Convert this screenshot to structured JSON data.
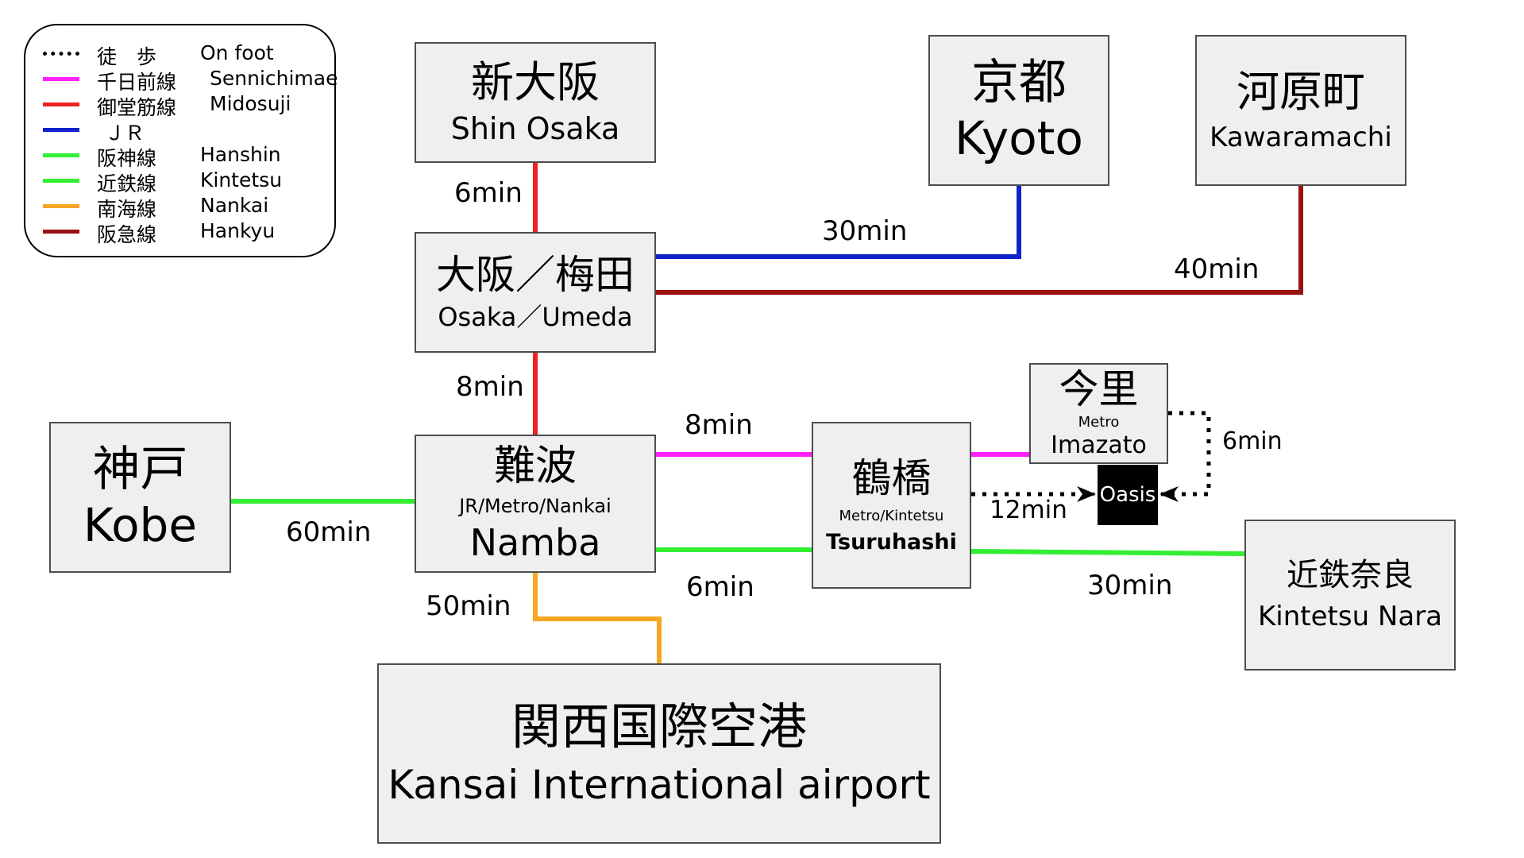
{
  "colors": {
    "walk": "#000000",
    "sennichimae": "#ff22ff",
    "midosuji": "#ee2222",
    "jr": "#1122cc",
    "hanshin": "#33ee33",
    "kintetsu": "#33ee33",
    "nankai": "#f5a623",
    "hankyu": "#991111"
  },
  "legend": [
    {
      "line": "walk",
      "jp": "徒　歩",
      "en": "On foot"
    },
    {
      "line": "sennichimae",
      "jp": "千日前線",
      "en": "Sennichimae"
    },
    {
      "line": "midosuji",
      "jp": "御堂筋線",
      "en": "Midosuji"
    },
    {
      "line": "jr",
      "jp": "ＪＲ",
      "en": ""
    },
    {
      "line": "hanshin",
      "jp": "阪神線",
      "en": "Hanshin"
    },
    {
      "line": "kintetsu",
      "jp": "近鉄線",
      "en": "Kintetsu"
    },
    {
      "line": "nankai",
      "jp": "南海線",
      "en": "Nankai"
    },
    {
      "line": "hankyu",
      "jp": "阪急線",
      "en": "Hankyu"
    }
  ],
  "stations": {
    "shin_osaka": {
      "jp": "新大阪",
      "en": "Shin Osaka"
    },
    "osaka_umeda": {
      "jp": "大阪／梅田",
      "en": "Osaka／Umeda"
    },
    "kyoto": {
      "jp": "京都",
      "en": "Kyoto"
    },
    "kawaramachi": {
      "jp": "河原町",
      "en": "Kawaramachi"
    },
    "kobe": {
      "jp": "神戸",
      "en": "Kobe"
    },
    "namba": {
      "jp": "難波",
      "operators": "JR/Metro/Nankai",
      "en": "Namba"
    },
    "tsuruhashi": {
      "jp": "鶴橋",
      "operators": "Metro/Kintetsu",
      "en": "Tsuruhashi"
    },
    "imazato": {
      "jp": "今里",
      "operators": "Metro",
      "en": "Imazato"
    },
    "kintetsu_nara": {
      "jp": "近鉄奈良",
      "en": "Kintetsu Nara"
    },
    "kansai_airport": {
      "jp": "関西国際空港",
      "en": "Kansai International airport"
    },
    "oasis": {
      "en": "Oasis"
    }
  },
  "connections": [
    {
      "id": "shin_osaka_umeda",
      "line": "midosuji",
      "label": "6min"
    },
    {
      "id": "umeda_kyoto",
      "line": "jr",
      "label": "30min"
    },
    {
      "id": "umeda_kawaramachi",
      "line": "hankyu",
      "label": "40min"
    },
    {
      "id": "umeda_namba",
      "line": "midosuji",
      "label": "8min"
    },
    {
      "id": "namba_tsuruhashi_sennichimae",
      "line": "sennichimae",
      "label": "8min"
    },
    {
      "id": "kobe_namba",
      "line": "hanshin",
      "label": "60min"
    },
    {
      "id": "namba_tsuruhashi_kintetsu",
      "line": "kintetsu",
      "label": "6min"
    },
    {
      "id": "tsuruhashi_nara",
      "line": "kintetsu",
      "label": "30min"
    },
    {
      "id": "namba_airport",
      "line": "nankai",
      "label": "50min"
    },
    {
      "id": "tsuruhashi_oasis_walk",
      "line": "walk",
      "label": "12min"
    },
    {
      "id": "imazato_oasis_walk",
      "line": "walk",
      "label": "6min"
    },
    {
      "id": "tsuruhashi_imazato",
      "line": "sennichimae",
      "label": ""
    }
  ]
}
